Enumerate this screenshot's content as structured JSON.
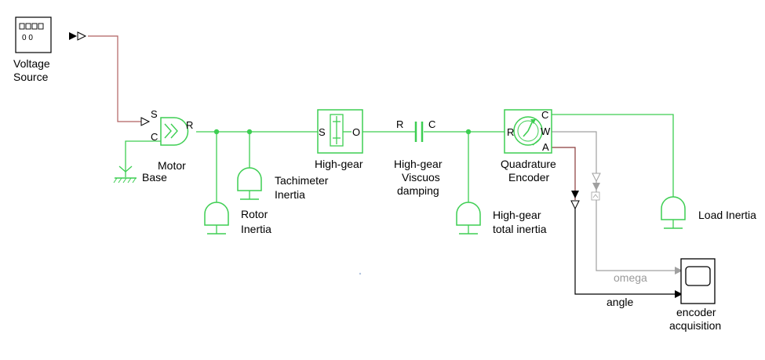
{
  "colors": {
    "physical": "#3dce52",
    "signal_voltage": "#b06060",
    "signal_omega": "#a0a0a0",
    "signal_angle": "#000000"
  },
  "blocks": {
    "voltage_source": {
      "line1": "Voltage",
      "line2": "Source",
      "display": "0 0"
    },
    "motor": {
      "label": "Motor",
      "port_s": "S",
      "port_c": "C",
      "port_r": "R"
    },
    "base": {
      "label": "Base"
    },
    "rotor_inertia": {
      "line1": "Rotor",
      "line2": "Inertia"
    },
    "tachimeter_inertia": {
      "line1": "Tachimeter",
      "line2": "Inertia"
    },
    "high_gear": {
      "label": "High-gear",
      "port_s": "S",
      "port_o": "O"
    },
    "viscous_damping": {
      "line1": "High-gear",
      "line2": "Viscuos",
      "line3": "damping",
      "port_r": "R",
      "port_c": "C"
    },
    "high_gear_total_inertia": {
      "line1": "High-gear",
      "line2": "total inertia"
    },
    "quadrature_encoder": {
      "line1": "Quadrature",
      "line2": "Encoder",
      "port_r": "R",
      "port_c": "C",
      "port_w": "W",
      "port_a": "A"
    },
    "load_inertia": {
      "label": "Load Inertia"
    },
    "encoder_acquisition": {
      "line1": "encoder",
      "line2": "acquisition"
    }
  },
  "signals": {
    "omega": "omega",
    "angle": "angle"
  }
}
